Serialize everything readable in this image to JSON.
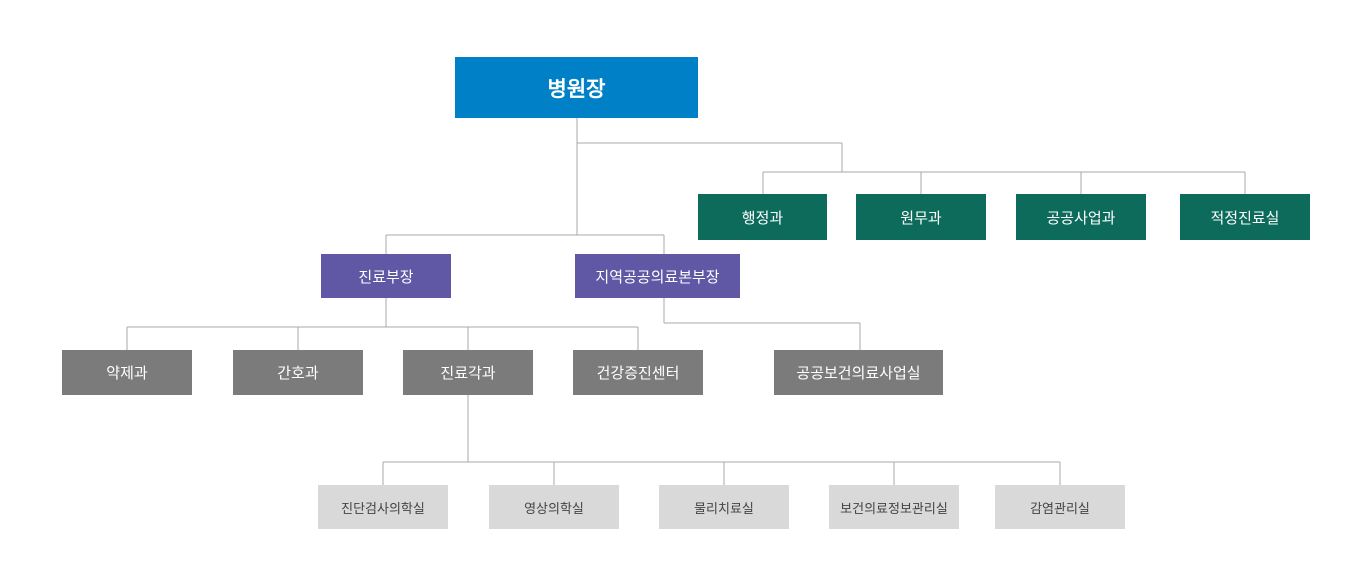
{
  "colors": {
    "head": "#0080c6",
    "admin": "#0d6b5c",
    "dept": "#6057a5",
    "unit": "#7b7b7b",
    "sub": "#d9d9d9",
    "line": "#aaaaaa"
  },
  "org": {
    "director": "병원장",
    "admin_units": [
      "행정과",
      "원무과",
      "공공사업과",
      "적정진료실"
    ],
    "departments": {
      "medical": "진료부장",
      "regional": "지역공공의료본부장"
    },
    "medical_units": [
      "약제과",
      "간호과",
      "진료각과",
      "건강증진센터"
    ],
    "regional_units": [
      "공공보건의료사업실"
    ],
    "clinical_units": [
      "진단검사의학실",
      "영상의학실",
      "물리치료실",
      "보건의료정보관리실",
      "감염관리실"
    ]
  }
}
